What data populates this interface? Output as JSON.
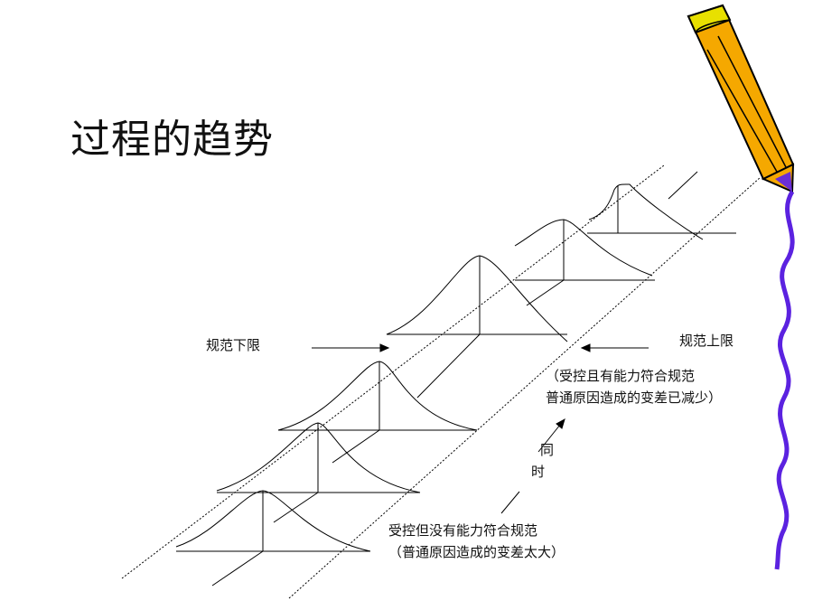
{
  "title": "过程的趋势",
  "labels": {
    "lower_spec": "规范下限",
    "upper_spec": "规范上限",
    "time_1": "同",
    "time_2": "时",
    "top_note_1": "（受控且有能力符合规范",
    "top_note_2": "普通原因造成的变差已减少）",
    "bottom_note_1": "受控但没有能力符合规范",
    "bottom_note_2": "（普通原因造成的变差太大）"
  },
  "colors": {
    "line": "#000000",
    "pencil_body": "#f5a800",
    "pencil_eraser": "#e8e000",
    "pencil_tip": "#6b2fd6",
    "squiggle": "#5b22e0"
  }
}
